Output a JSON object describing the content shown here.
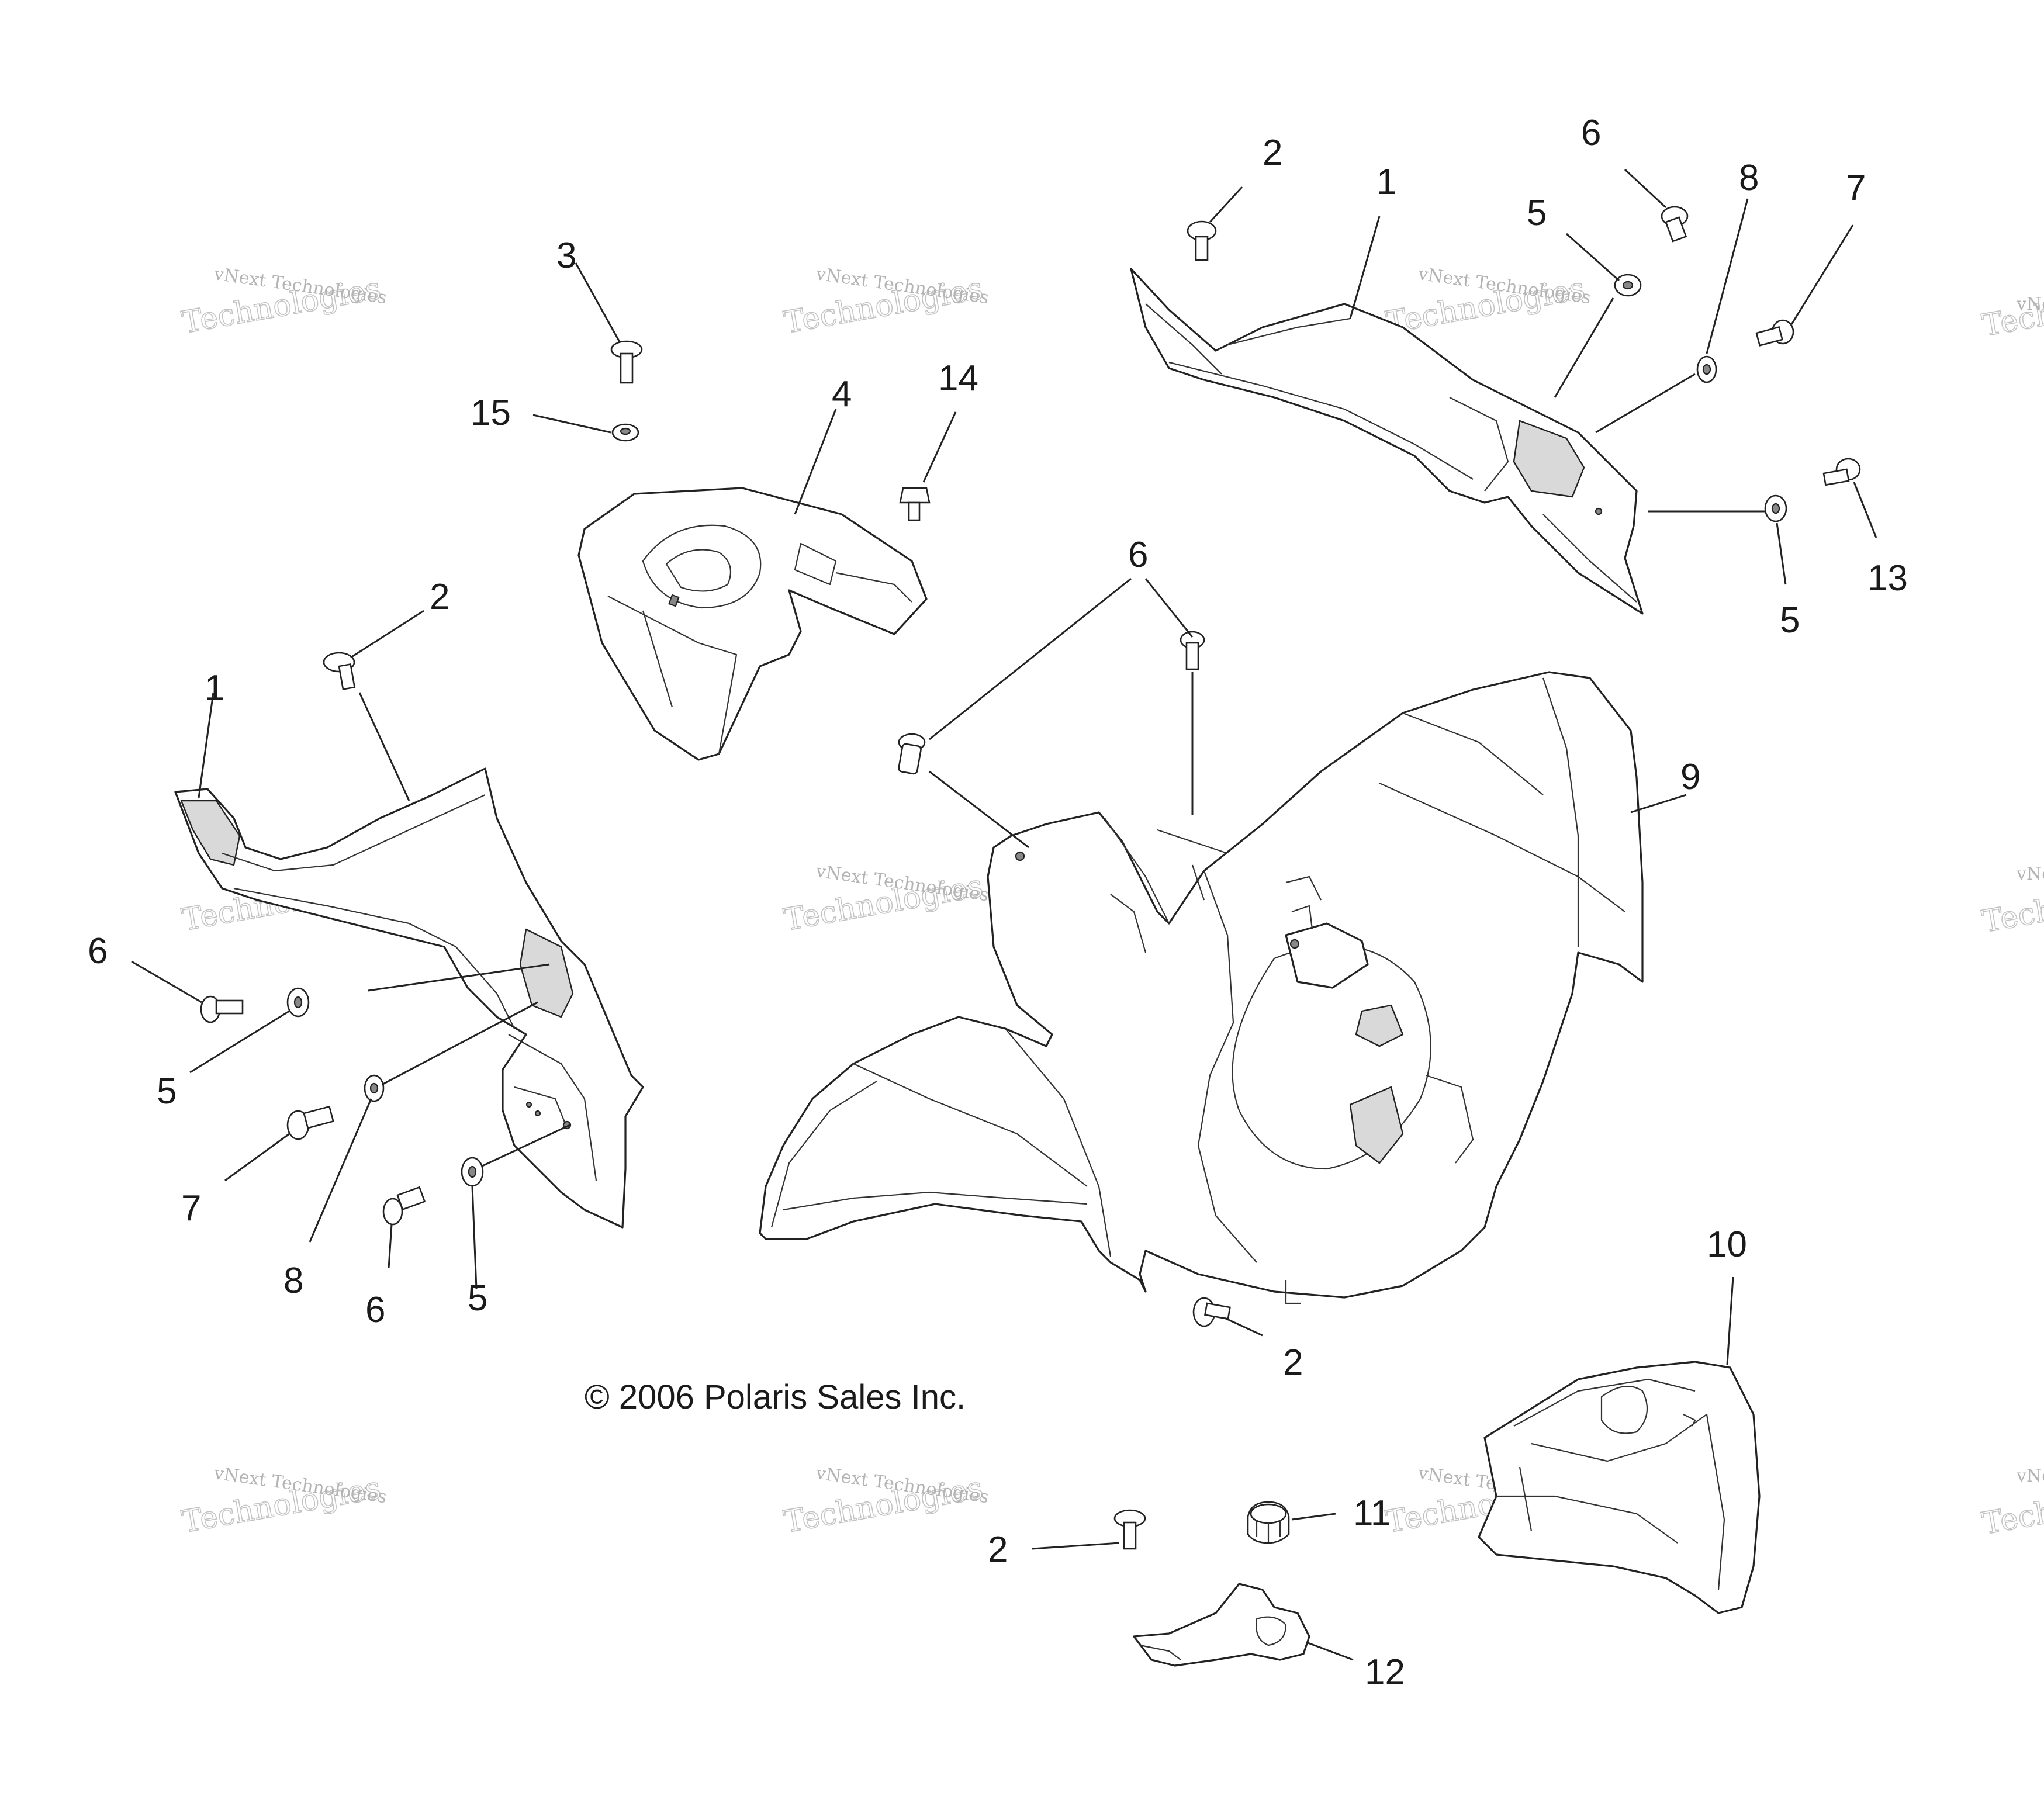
{
  "diagram": {
    "copyright": "© 2006 Polaris Sales Inc.",
    "watermark": {
      "small": "vNext Technologies",
      "large": "Technologies",
      "fragment": "vNext"
    },
    "callouts": [
      {
        "id": "c3",
        "label": "3"
      },
      {
        "id": "c15",
        "label": "15"
      },
      {
        "id": "c4",
        "label": "4"
      },
      {
        "id": "c14",
        "label": "14"
      },
      {
        "id": "c2a",
        "label": "2"
      },
      {
        "id": "c1a",
        "label": "1"
      },
      {
        "id": "c6a",
        "label": "6"
      },
      {
        "id": "c5a",
        "label": "5"
      },
      {
        "id": "c8a",
        "label": "8"
      },
      {
        "id": "c7a",
        "label": "7"
      },
      {
        "id": "c13",
        "label": "13"
      },
      {
        "id": "c5b",
        "label": "5"
      },
      {
        "id": "c2b",
        "label": "2"
      },
      {
        "id": "c1b",
        "label": "1"
      },
      {
        "id": "c6b",
        "label": "6"
      },
      {
        "id": "c5c",
        "label": "5"
      },
      {
        "id": "c7b",
        "label": "7"
      },
      {
        "id": "c8b",
        "label": "8"
      },
      {
        "id": "c6c",
        "label": "6"
      },
      {
        "id": "c5d",
        "label": "5"
      },
      {
        "id": "c6d",
        "label": "6"
      },
      {
        "id": "c9",
        "label": "9"
      },
      {
        "id": "c2c",
        "label": "2"
      },
      {
        "id": "c10",
        "label": "10"
      },
      {
        "id": "c11",
        "label": "11"
      },
      {
        "id": "c2d",
        "label": "2"
      },
      {
        "id": "c12",
        "label": "12"
      }
    ]
  }
}
